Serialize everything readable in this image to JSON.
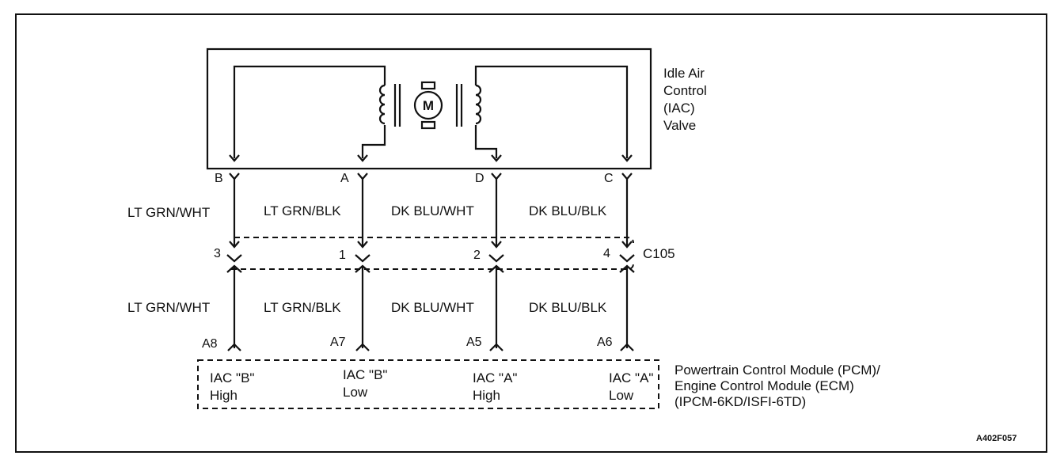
{
  "component": {
    "name_lines": [
      "Idle Air",
      "Control",
      "(IAC)",
      "Valve"
    ],
    "motor_symbol": "M"
  },
  "valve_pins": [
    "B",
    "A",
    "D",
    "C"
  ],
  "upper_wires": [
    "LT GRN/WHT",
    "LT GRN/BLK",
    "DK BLU/WHT",
    "DK BLU/BLK"
  ],
  "connector": {
    "name": "C105",
    "pins": [
      "3",
      "1",
      "2",
      "4"
    ]
  },
  "lower_wires": [
    "LT GRN/WHT",
    "LT GRN/BLK",
    "DK BLU/WHT",
    "DK BLU/BLK"
  ],
  "module_pins": [
    "A8",
    "A7",
    "A5",
    "A6"
  ],
  "module_circuits": [
    {
      "line1": "IAC \"B\"",
      "line2": "High"
    },
    {
      "line1": "IAC \"B\"",
      "line2": "Low"
    },
    {
      "line1": "IAC \"A\"",
      "line2": "High"
    },
    {
      "line1": "IAC \"A\"",
      "line2": "Low"
    }
  ],
  "module": {
    "name_lines": [
      "Powertrain Control Module (PCM)/",
      "Engine Control Module (ECM)",
      "(IPCM-6KD/ISFI-6TD)"
    ]
  },
  "figure_code": "A402F057"
}
